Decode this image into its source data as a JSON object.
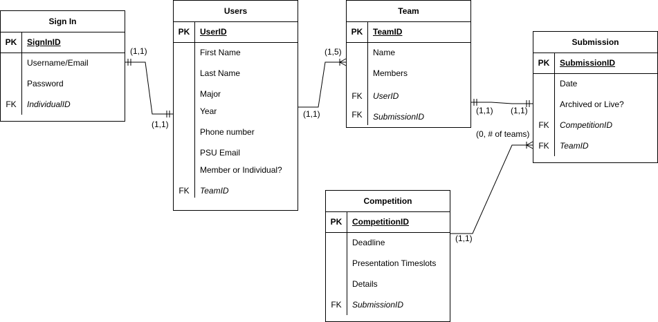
{
  "signin": {
    "title": "Sign In",
    "pk_label": "PK",
    "pk": "SignInID",
    "attrs": [
      "Username/Email",
      "Password"
    ],
    "fk_label": "FK",
    "fk": "IndividualID"
  },
  "users": {
    "title": "Users",
    "pk_label": "PK",
    "pk": "UserID",
    "attrs": [
      "First Name",
      "Last Name",
      "Major",
      "Year",
      "Phone number",
      "PSU Email",
      "Member or Individual?"
    ],
    "fk_label": "FK",
    "fk": "TeamID"
  },
  "team": {
    "title": "Team",
    "pk_label": "PK",
    "pk": "TeamID",
    "attrs": [
      "Name",
      "Members"
    ],
    "fk_label_1": "FK",
    "fk_1": "UserID",
    "fk_label_2": "FK",
    "fk_2": "SubmissionID"
  },
  "submission": {
    "title": "Submission",
    "pk_label": "PK",
    "pk": "SubmissionID",
    "attrs": [
      "Date",
      "Archived or Live?"
    ],
    "fk_label_1": "FK",
    "fk_1": "CompetitionID",
    "fk_label_2": "FK",
    "fk_2": "TeamID"
  },
  "competition": {
    "title": "Competition",
    "pk_label": "PK",
    "pk": "CompetitionID",
    "attrs": [
      "Deadline",
      "Presentation Timeslots",
      "Details"
    ],
    "fk_label": "FK",
    "fk": "SubmissionID"
  },
  "cardinalities": {
    "signin_users_left": "(1,1)",
    "signin_users_right": "(1,1)",
    "users_team_left": "(1,1)",
    "users_team_right": "(1,5)",
    "team_submission_left": "(1,1)",
    "team_submission_right": "(1,1)",
    "competition_submission_left": "(1,1)",
    "competition_submission_right": "(0, # of teams)"
  }
}
